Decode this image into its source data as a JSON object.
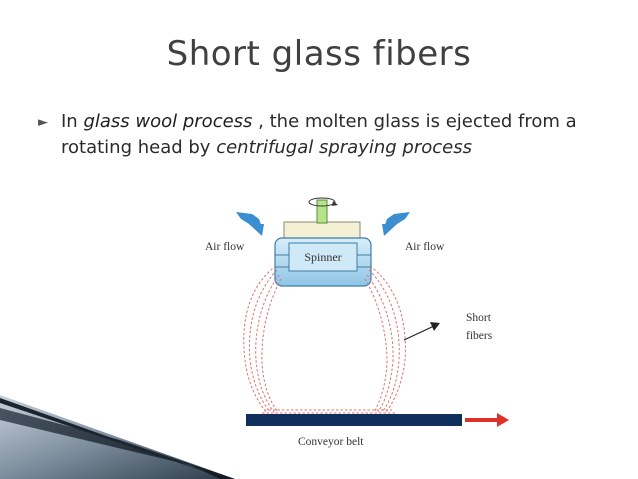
{
  "slide": {
    "title": "Short glass fibers",
    "bullet": {
      "part1": "In ",
      "term": "glass wool process",
      "part2": " , the molten glass is ejected from a rotating head by ",
      "term2": "centrifugal spraying process"
    }
  },
  "diagram": {
    "labels": {
      "spinner": "Spinner",
      "air_left": "Air flow",
      "air_right": "Air flow",
      "short_fibers_1": "Short",
      "short_fibers_2": "fibers",
      "conveyor": "Conveyor belt"
    },
    "colors": {
      "air_arrow": "#3b8fd0",
      "spinner_fill": "#a9d6ef",
      "belt": "#0f2f5c",
      "belt_arrow": "#e0302a",
      "fiber": "#e07070"
    }
  }
}
